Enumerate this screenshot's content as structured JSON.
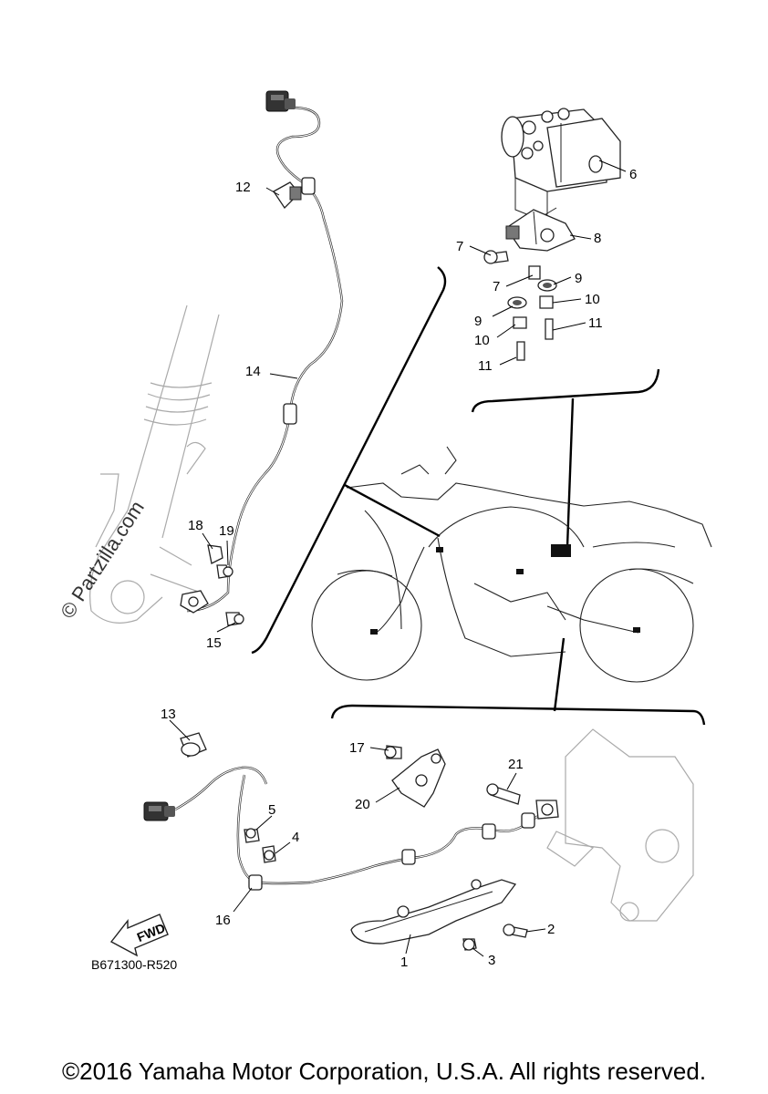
{
  "watermark": "© Partzilla.com",
  "diagram_code": "B671300-R520",
  "fwd_label": "FWD",
  "copyright": "©2016 Yamaha Motor Corporation, U.S.A. All rights reserved.",
  "callouts": {
    "c1": "1",
    "c2": "2",
    "c3": "3",
    "c4": "4",
    "c5": "5",
    "c6": "6",
    "c7a": "7",
    "c7b": "7",
    "c8": "8",
    "c9a": "9",
    "c9b": "9",
    "c10a": "10",
    "c10b": "10",
    "c11a": "11",
    "c11b": "11",
    "c12": "12",
    "c13": "13",
    "c14": "14",
    "c15": "15",
    "c16": "16",
    "c17": "17",
    "c18": "18",
    "c19": "19",
    "c20": "20",
    "c21": "21"
  }
}
